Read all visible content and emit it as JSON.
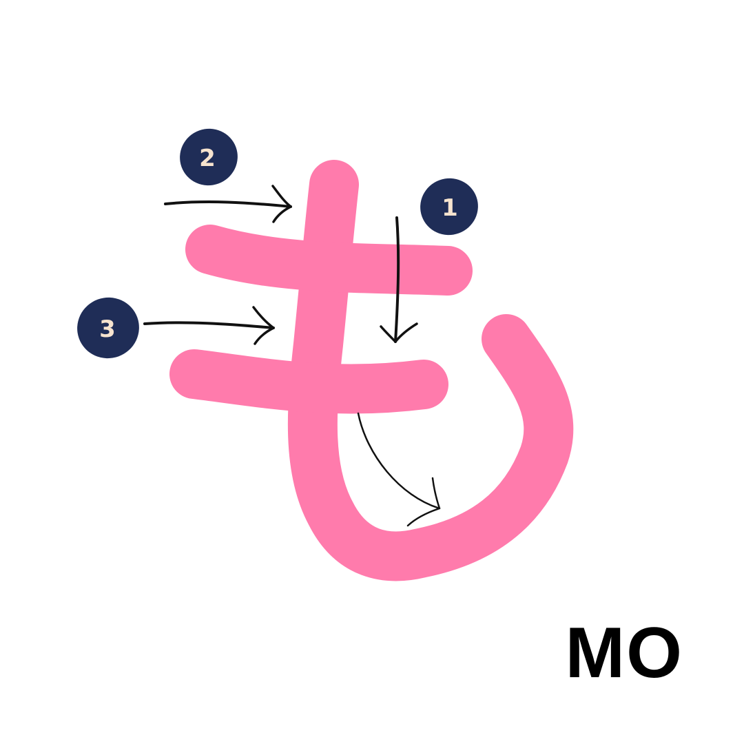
{
  "character": {
    "glyph": "も",
    "romaji": "MO",
    "stroke_count": 3
  },
  "strokes": [
    {
      "order": 1,
      "label": "1",
      "kind": "vertical stroke with hook to the right"
    },
    {
      "order": 2,
      "label": "2",
      "kind": "upper horizontal stroke"
    },
    {
      "order": 3,
      "label": "3",
      "kind": "lower horizontal stroke"
    }
  ],
  "colors": {
    "glyph_fill": "#FF7BAC",
    "badge_fill": "#1F2D57",
    "badge_text": "#F7E4CF",
    "arrow": "#111111",
    "romaji": "#000000",
    "background": "#FFFFFF"
  }
}
